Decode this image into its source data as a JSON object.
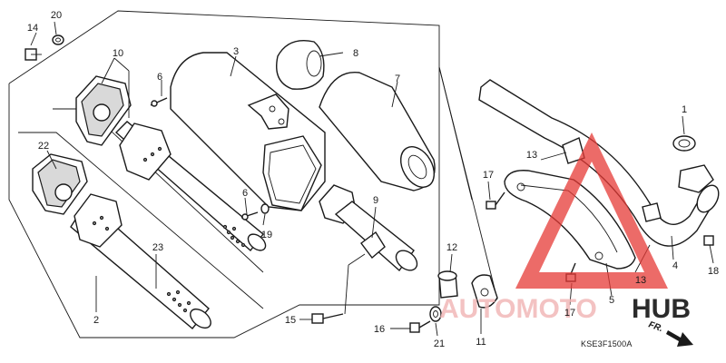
{
  "diagram": {
    "callouts": [
      {
        "id": "1",
        "label": "1"
      },
      {
        "id": "2",
        "label": "2"
      },
      {
        "id": "3",
        "label": "3"
      },
      {
        "id": "4",
        "label": "4"
      },
      {
        "id": "5",
        "label": "5"
      },
      {
        "id": "6a",
        "label": "6"
      },
      {
        "id": "6b",
        "label": "6"
      },
      {
        "id": "7",
        "label": "7"
      },
      {
        "id": "8",
        "label": "8"
      },
      {
        "id": "9",
        "label": "9"
      },
      {
        "id": "10",
        "label": "10"
      },
      {
        "id": "11",
        "label": "11"
      },
      {
        "id": "12",
        "label": "12"
      },
      {
        "id": "13a",
        "label": "13"
      },
      {
        "id": "13b",
        "label": "13"
      },
      {
        "id": "14",
        "label": "14"
      },
      {
        "id": "15",
        "label": "15"
      },
      {
        "id": "16",
        "label": "16"
      },
      {
        "id": "17a",
        "label": "17"
      },
      {
        "id": "17b",
        "label": "17"
      },
      {
        "id": "18",
        "label": "18"
      },
      {
        "id": "19",
        "label": "19"
      },
      {
        "id": "20",
        "label": "20"
      },
      {
        "id": "21",
        "label": "21"
      },
      {
        "id": "22",
        "label": "22"
      },
      {
        "id": "23",
        "label": "23"
      }
    ],
    "diagram_code": "KSE3F1500A",
    "direction_marker": "FR.",
    "watermark": {
      "prefix": "AUTOMOTO",
      "suffix": "HUB",
      "prefix_color": "#f2b8b8",
      "suffix_color": "#2b2b2b",
      "triangle_color": "#e53935"
    }
  }
}
